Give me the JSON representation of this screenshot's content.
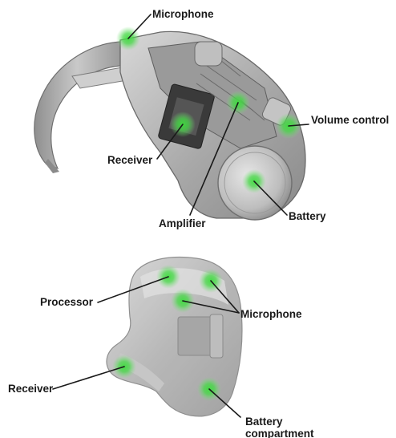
{
  "figure_top": {
    "labels": {
      "microphone": "Microphone",
      "volume_control": "Volume control",
      "receiver": "Receiver",
      "amplifier": "Amplifier",
      "battery": "Battery"
    }
  },
  "figure_bottom": {
    "labels": {
      "processor": "Processor",
      "microphone": "Microphone",
      "receiver": "Receiver",
      "battery_line1": "Battery",
      "battery_line2": "compartment"
    }
  },
  "colors": {
    "highlight": "#3ddc3d",
    "device_gray": "#a9a9a9",
    "line": "#1a1a1a"
  }
}
